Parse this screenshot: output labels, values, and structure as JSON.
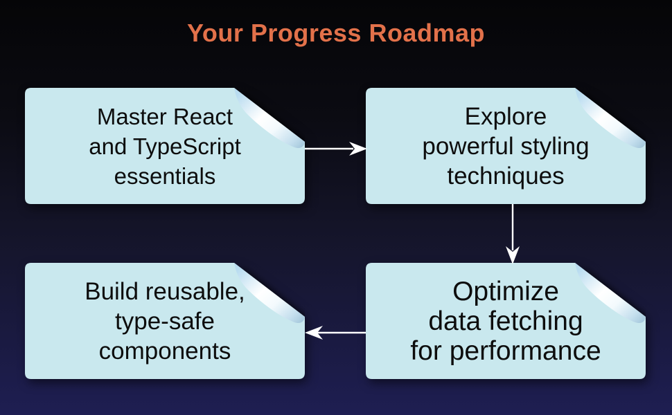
{
  "title": {
    "text": "Your Progress Roadmap",
    "color": "#e2714a"
  },
  "background": {
    "top_color": "#050507",
    "bottom_color": "#1e1e52"
  },
  "diagram": {
    "type": "flowchart-roadmap",
    "node_shape": "folded-corner-note",
    "steps": [
      {
        "id": 1,
        "position": "top-left",
        "lines": [
          "Master React",
          "and TypeScript",
          "essentials"
        ]
      },
      {
        "id": 2,
        "position": "top-right",
        "lines": [
          "Explore",
          "powerful styling",
          "techniques"
        ]
      },
      {
        "id": 3,
        "position": "bottom-right",
        "lines": [
          "Optimize",
          "data fetching",
          "for performance"
        ]
      },
      {
        "id": 4,
        "position": "bottom-left",
        "lines": [
          "Build reusable,",
          "type-safe",
          "components"
        ]
      }
    ],
    "connections": [
      {
        "from": 1,
        "to": 2,
        "direction": "right"
      },
      {
        "from": 2,
        "to": 3,
        "direction": "down"
      },
      {
        "from": 3,
        "to": 4,
        "direction": "left"
      }
    ]
  },
  "colors": {
    "note_fill": "#c9e8ee",
    "note_fold_highlight": "#ffffff",
    "note_fold_shade": "#9fc3d8",
    "note_text": "#0d0d0d",
    "arrow": "#ffffff",
    "title": "#e2714a"
  }
}
